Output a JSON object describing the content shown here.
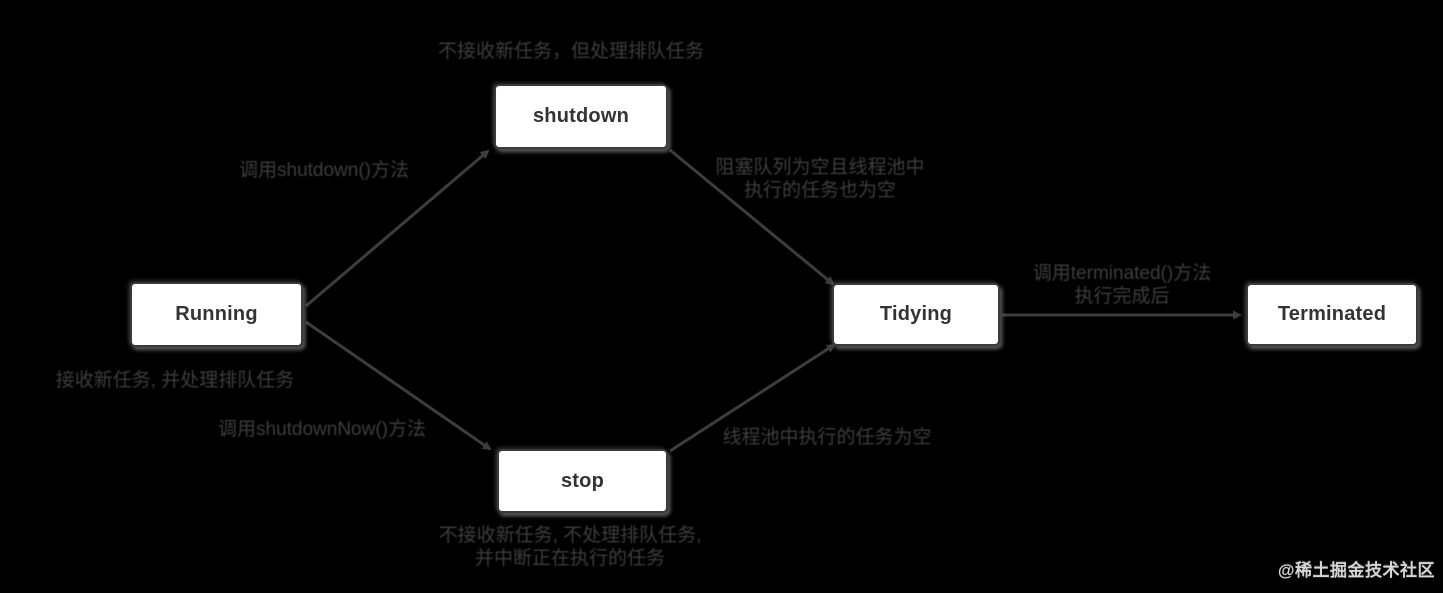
{
  "diagram": {
    "type": "state-diagram",
    "subject": "ThreadPoolExecutor lifecycle",
    "nodes": [
      {
        "id": "running",
        "label": "Running"
      },
      {
        "id": "shutdown",
        "label": "shutdown"
      },
      {
        "id": "stop",
        "label": "stop"
      },
      {
        "id": "tidying",
        "label": "Tidying"
      },
      {
        "id": "terminated",
        "label": "Terminated"
      }
    ],
    "edges": [
      {
        "from": "running",
        "to": "shutdown",
        "label": "调用shutdown()方法"
      },
      {
        "from": "running",
        "to": "stop",
        "label": "调用shutdownNow()方法"
      },
      {
        "from": "shutdown",
        "to": "tidying",
        "label": "阻塞队列为空且线程池中 执行的任务也为空"
      },
      {
        "from": "stop",
        "to": "tidying",
        "label": "线程池中执行的任务为空"
      },
      {
        "from": "tidying",
        "to": "terminated",
        "label": "调用terminated()方法 执行完成后"
      }
    ],
    "labels": {
      "shutdown_state_desc": "不接收新任务，但处理排队任务",
      "running_state_desc": "接收新任务, 并处理排队任务",
      "running_to_shutdown": "调用shutdown()方法",
      "running_to_stop": "调用shutdownNow()方法",
      "shutdown_to_tidying_line1": "阻塞队列为空且线程池中",
      "shutdown_to_tidying_line2": "执行的任务也为空",
      "stop_to_tidying": "线程池中执行的任务为空",
      "stop_state_desc_line1": "不接收新任务, 不处理排队任务,",
      "stop_state_desc_line2": "并中断正在执行的任务",
      "tidying_to_terminated_line1": "调用terminated()方法",
      "tidying_to_terminated_line2": "执行完成后"
    },
    "colors": {
      "bg": "#000000",
      "edge_line": "#3d3d3d",
      "node_border": "#3a3a3a",
      "node_fill": "#ffffff",
      "node_text": "#333333",
      "label_text": "#3d3d3d",
      "watermark": "#d6d6d6"
    }
  },
  "watermark": {
    "text": "@稀土掘金技术社区"
  }
}
